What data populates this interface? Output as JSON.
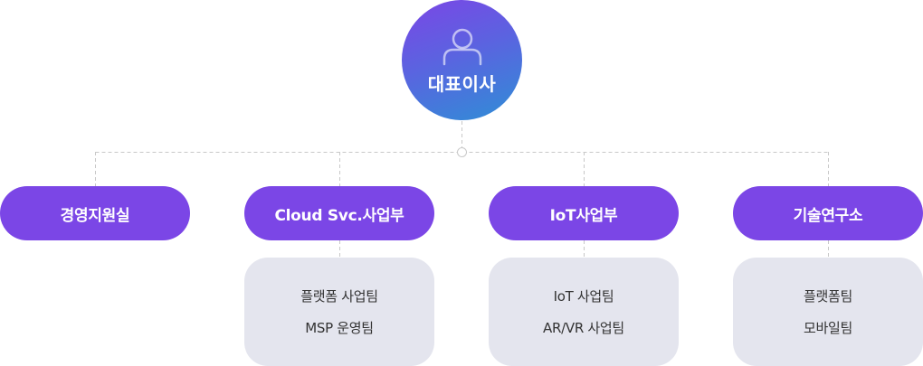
{
  "ceo": {
    "title": "대표이사",
    "icon": "person-icon"
  },
  "departments": [
    {
      "name": "경영지원실",
      "teams": []
    },
    {
      "name": "Cloud Svc.사업부",
      "teams": [
        "플랫폼 사업팀",
        "MSP 운영팀"
      ]
    },
    {
      "name": "IoT사업부",
      "teams": [
        "IoT 사업팀",
        "AR/VR 사업팀"
      ]
    },
    {
      "name": "기술연구소",
      "teams": [
        "플랫폼팀",
        "모바일팀"
      ]
    }
  ],
  "colors": {
    "department": "#7b46e6",
    "team_box": "#e4e5ee",
    "connector": "#c8c8c8",
    "ceo_gradient": [
      "#7b46e6",
      "#2f8ed6"
    ]
  }
}
